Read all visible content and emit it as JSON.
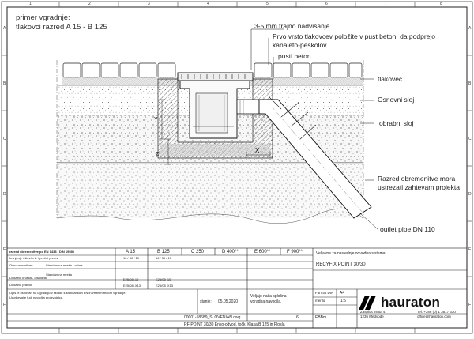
{
  "header": {
    "line1": "primer vgradnje:",
    "line2": "tlakovci razred A 15 - B 125"
  },
  "annotations": {
    "gap": "3-5 mm trajno nadvišanje",
    "instruction_line1": "Prvo vrsto tlakovcev položite v pust beton, da podprejo",
    "instruction_line2": "kanaleto-peskolov.",
    "lean_concrete": "pusti beton",
    "paving": "tlakovec",
    "base_layer": "Osnovni sloj",
    "wear_layer": "obrabni sloj",
    "class_line1": "Razred obremenitve mora",
    "class_line2": "ustrezati zahtevam projekta",
    "outlet": "outlet pipe DN 110",
    "dim_x": "X",
    "dim_y": "Y",
    "dim_z": "Z"
  },
  "frame": {
    "top_numbers": [
      "1",
      "2",
      "3",
      "4",
      "5",
      "6",
      "7",
      "8"
    ],
    "side_letters": [
      "A",
      "B",
      "C",
      "D",
      "E",
      "F"
    ]
  },
  "title_block": {
    "load_row_label": "razred obremenitve po EN 1433 / DIN 19580",
    "load_classes": [
      "A 15",
      "B 125",
      "C 250",
      "D 400**",
      "E 600**",
      "F 900**"
    ],
    "row2_label": "tesnjenje / število ž. / prečni prerez",
    "row2_values": [
      "10 / 30 / 10",
      "10 / 30 / 10"
    ],
    "row3_label": "Osnova nosilcev",
    "row3_values": [
      "Standardna mreža - ročna",
      "Standardna mreža"
    ],
    "row4_label": "Dodatna krušila - odvodnik",
    "row4_values": [
      "E25/08 .10",
      "E25/08 .10"
    ],
    "row5_label": "Dodatno pravilo",
    "row5_values": [
      "E25/08 .X13",
      "E25/08 .X13"
    ],
    "notes_line1": "Opis je osnovan na izgradnjo v skladu s standardom EN in vrstnim redom vgradnje.",
    "notes_line2": "Upoštevajte tudi navodila proizvajalca.",
    "status_label": "stanje:",
    "status_date": "05.05.2020",
    "advice_line1": "Veljajo naša splošna",
    "advice_line2": "vgradna navodila.",
    "sheet_no": "6",
    "file_name": "00001-58689_SLOVENIAN.dwg",
    "drawing_title": "RF-POINT 30/30 Enko-odvod. točk. Klasa B 125 in Plosla",
    "system_label": "Veljavne za naslednje odvodna sistema:",
    "system_name": "RECYFIX POINT 30/30",
    "format_label": "Format DIN",
    "format_value": "A4",
    "scale_label": "merilo",
    "scale_value": "1:5",
    "code_label": "EBBm",
    "brand": "hauraton",
    "address_line1": "Zasplos vsota 4",
    "address_line2": "1236 Medvode",
    "tel": "Tel: +386 (0) 1 3617 330",
    "mail": "office@hauraton.com"
  }
}
